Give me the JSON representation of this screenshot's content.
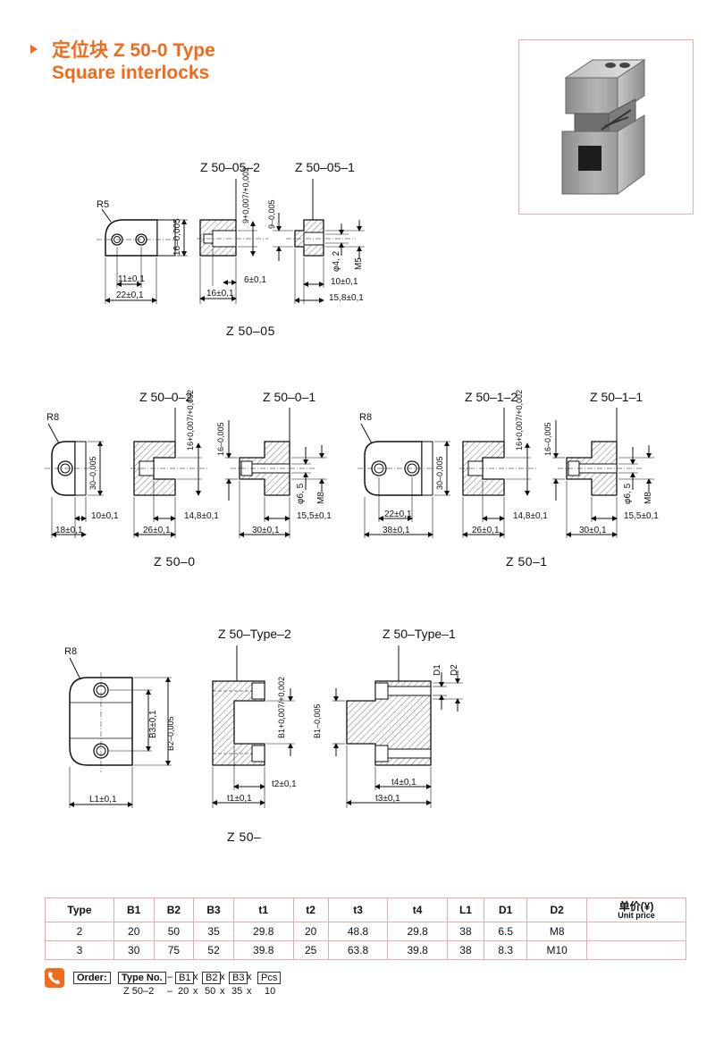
{
  "header": {
    "title_line1": "定位块 Z 50-0  Type",
    "title_line2": "Square interlocks"
  },
  "colors": {
    "accent": "#f26a1b",
    "table_border": "#f0a8a8",
    "hatch": "#333333"
  },
  "views": {
    "z5005": {
      "v2": "Z 50–05–2",
      "v1": "Z 50–05–1",
      "name": "Z 50–05",
      "dims": {
        "r": "R5",
        "d11": "11±0,1",
        "d22": "22±0,1",
        "d16a": "16–0,005",
        "d9a": "9+0,007/+0,002",
        "d6": "6±0,1",
        "d16b": "16±0,1",
        "d9b": "9–0,005",
        "d10": "10±0,1",
        "d158": "15,8±0,1",
        "phi": "φ4, 2",
        "m": "M5"
      }
    },
    "z500": {
      "v2": "Z 50–0–2",
      "v1": "Z 50–0–1",
      "name": "Z 50–0",
      "dims": {
        "r": "R8",
        "d30": "30–0,005",
        "d10": "10±0,1",
        "d18": "18±0,1",
        "d26": "26±0,1",
        "d148": "14,8±0,1",
        "d16a": "16+0,007/+0,002",
        "d16b": "16–0,005",
        "d30b": "30±0,1",
        "d155": "15,5±0,1",
        "phi": "φ6, 5",
        "m": "M8"
      }
    },
    "z501": {
      "v2": "Z 50–1–2",
      "v1": "Z 50–1–1",
      "name": "Z 50–1",
      "dims": {
        "r": "R8",
        "d30": "30–0,005",
        "d22": "22±0,1",
        "d38": "38±0,1",
        "d26": "26±0,1",
        "d148": "14,8±0,1",
        "d16a": "16+0,007/+0,002",
        "d16b": "16–0,005",
        "d30b": "30±0,1",
        "d155": "15,5±0,1",
        "phi": "φ6, 5",
        "m": "M8"
      }
    },
    "z50type": {
      "v2": "Z 50–Type–2",
      "v1": "Z 50–Type–1",
      "name": "Z 50–",
      "dims": {
        "r": "R8",
        "b3": "B3±0,1",
        "b2": "B2–0,005",
        "l1": "L1±0,1",
        "b1a": "B1+0,007/+0,002",
        "t1": "t1±0,1",
        "t2": "t2±0,1",
        "b1b": "B1–0,005",
        "d1": "D1",
        "d2": "D2",
        "t4": "t4±0,1",
        "t3": "t3±0,1"
      }
    }
  },
  "table": {
    "headers": [
      "Type",
      "B1",
      "B2",
      "B3",
      "t1",
      "t2",
      "t3",
      "t4",
      "L1",
      "D1",
      "D2"
    ],
    "price_header_cn": "单价(¥)",
    "price_header_en": "Unit price",
    "rows": [
      [
        "2",
        "20",
        "50",
        "35",
        "29.8",
        "20",
        "48.8",
        "29.8",
        "38",
        "6.5",
        "M8",
        ""
      ],
      [
        "3",
        "30",
        "75",
        "52",
        "39.8",
        "25",
        "63.8",
        "39.8",
        "38",
        "8.3",
        "M10",
        ""
      ]
    ]
  },
  "order": {
    "label": "Order:",
    "type_no": "Type No.",
    "b1": "B1",
    "b2": "B2",
    "b3": "B3",
    "pcs": "Pcs",
    "dash": "–",
    "x": "x",
    "ex_type": "Z 50–2",
    "ex_b1": "20",
    "ex_b2": "50",
    "ex_b3": "35",
    "ex_pcs": "10"
  }
}
